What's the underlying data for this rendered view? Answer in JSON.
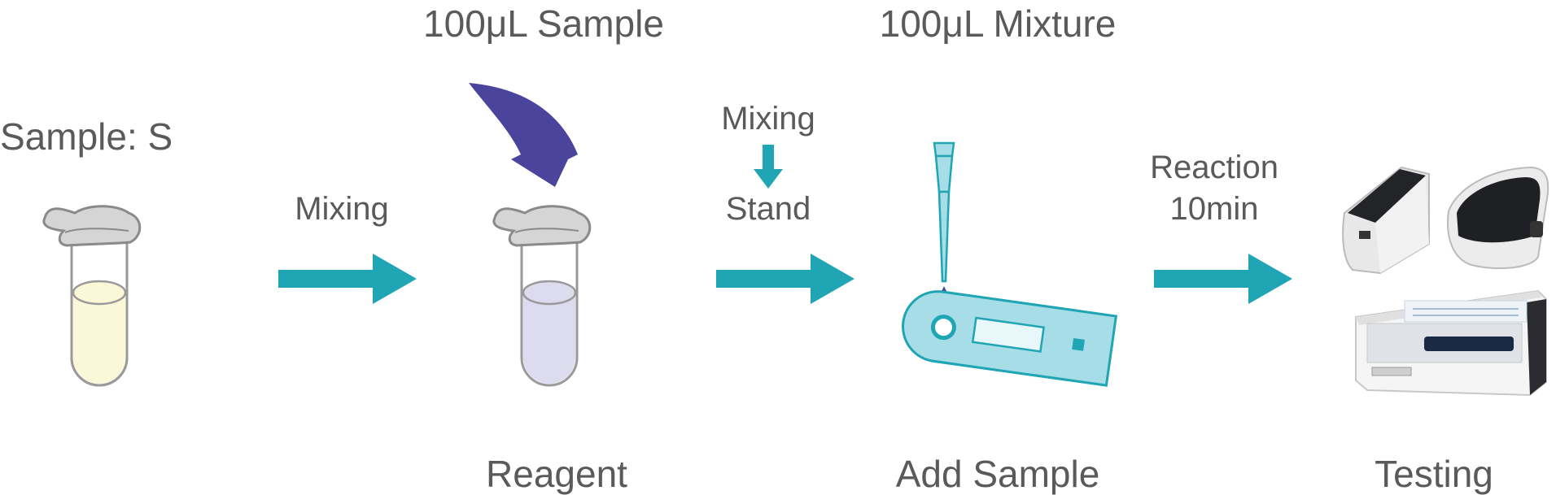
{
  "labels": {
    "sample": "Sample: S",
    "reagent": "Reagent",
    "add_sample": "Add Sample",
    "testing": "Testing",
    "sample_volume": "100μL Sample",
    "mixture_volume": "100μL Mixture",
    "mixing_1": "Mixing",
    "mixing_2": "Mixing",
    "stand": "Stand",
    "reaction": "Reaction",
    "reaction_time": "10min"
  },
  "colors": {
    "arrow": "#1fa5b4",
    "curved_arrow": "#4b449c",
    "text": "#5a5a5a",
    "sample_liquid": "#fbf8d8",
    "reagent_liquid": "#dddcee",
    "strip": "#a6dde6",
    "drop": "#4b449c"
  },
  "icons": [
    "sample-tube-icon",
    "reagent-tube-icon",
    "curved-arrow-icon",
    "pipette-icon",
    "test-strip-icon",
    "handheld-analyzer-icon",
    "benchtop-analyzer-icon"
  ]
}
